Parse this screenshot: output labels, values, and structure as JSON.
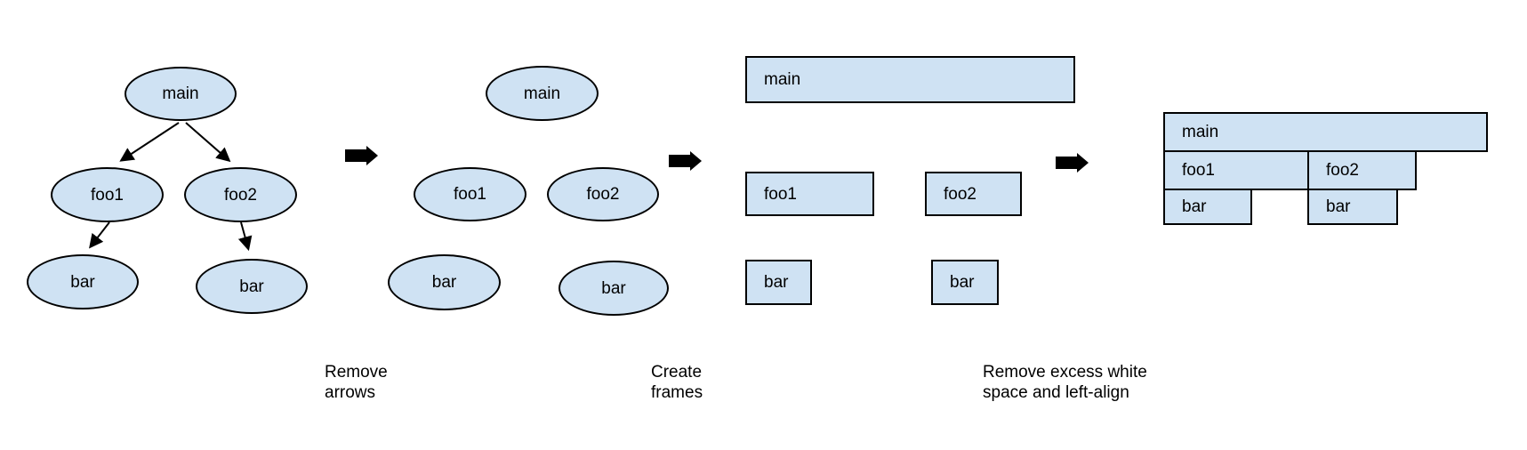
{
  "stages": {
    "call_tree": {
      "main": "main",
      "foo1": "foo1",
      "foo2": "foo2",
      "bar_left": "bar",
      "bar_right": "bar"
    },
    "arrows_removed": {
      "main": "main",
      "foo1": "foo1",
      "foo2": "foo2",
      "bar_left": "bar",
      "bar_right": "bar"
    },
    "frames": {
      "main": "main",
      "foo1": "foo1",
      "foo2": "foo2",
      "bar_left": "bar",
      "bar_right": "bar"
    },
    "flame_graph": {
      "main": "main",
      "foo1": "foo1",
      "foo2": "foo2",
      "bar_left": "bar",
      "bar_right": "bar"
    }
  },
  "captions": {
    "remove_arrows": {
      "line1": "Remove",
      "line2": "arrows"
    },
    "create_frames": {
      "line1": "Create",
      "line2": "frames"
    },
    "left_align": {
      "line1": "Remove excess white",
      "line2": "space and left-align"
    }
  },
  "colors": {
    "node_fill": "#cfe2f3",
    "node_stroke": "#000000",
    "arrow": "#000000",
    "background": "#ffffff"
  }
}
